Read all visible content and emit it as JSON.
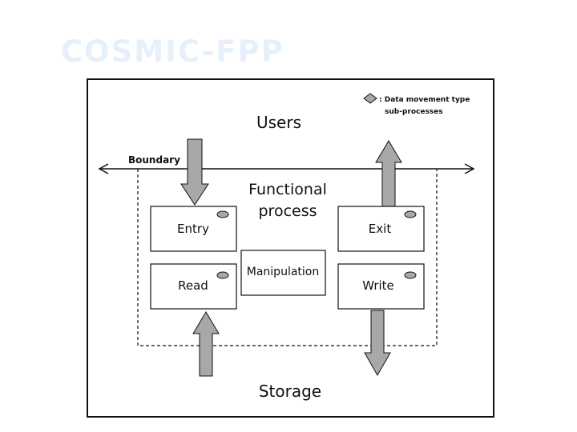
{
  "title": "COSMIC-FPP",
  "diagram": {
    "legend": {
      "line1": ": Data movement type",
      "line2": "sub-processes"
    },
    "users_label": "Users",
    "boundary_label": "Boundary",
    "functional_process_line1": "Functional",
    "functional_process_line2": "process",
    "boxes": {
      "entry": "Entry",
      "exit": "Exit",
      "read": "Read",
      "write": "Write",
      "manipulation": "Manipulation"
    },
    "storage_label": "Storage"
  },
  "colors": {
    "title": "#e6f0fb",
    "arrow_fill": "#a8a8a8",
    "stroke": "#111111"
  }
}
